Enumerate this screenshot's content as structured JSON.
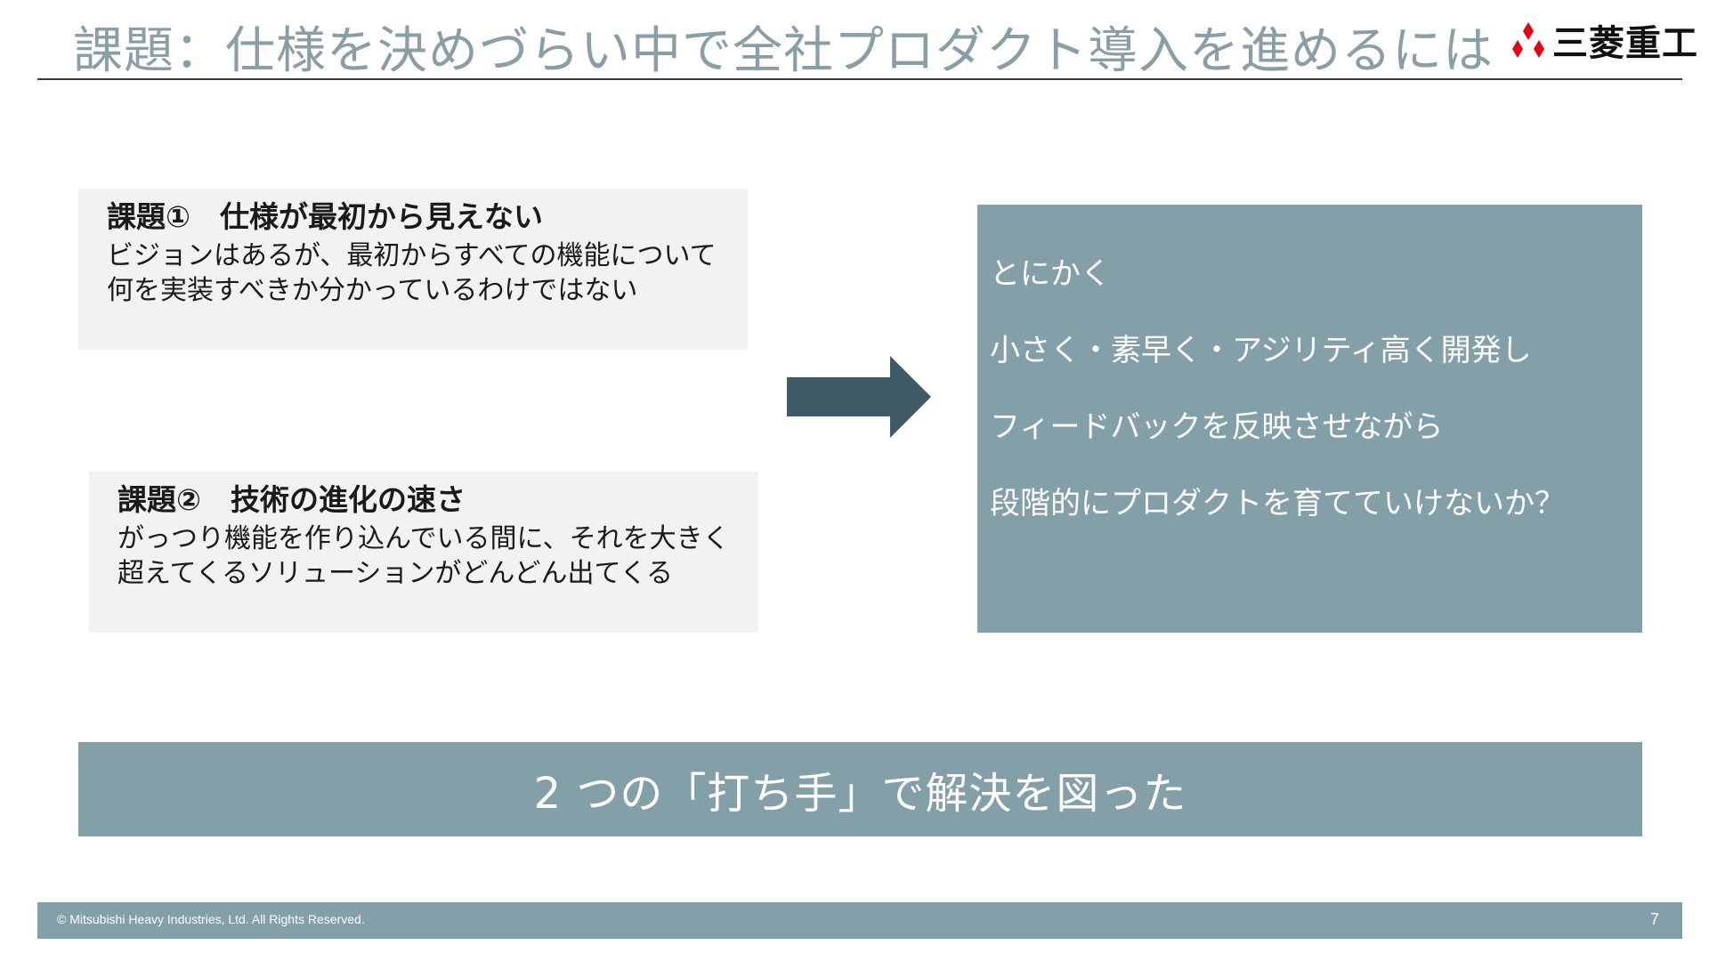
{
  "slide": {
    "title": "課題：仕様を決めづらい中で全社プロダクト導入を進めるには",
    "logo": {
      "text": "三菱重工",
      "mark_color": "#e60012",
      "mark_icon": "three-diamonds-icon"
    }
  },
  "issues": [
    {
      "title": "課題①　仕様が最初から見えない",
      "body": "ビジョンはあるが、最初からすべての機能について何を実装すべきか分かっているわけではない"
    },
    {
      "title": "課題②　技術の進化の速さ",
      "body": "がっつり機能を作り込んでいる間に、それを大きく超えてくるソリューションがどんどん出てくる"
    }
  ],
  "arrow": {
    "icon": "right-arrow-icon",
    "color": "#3f5b67"
  },
  "solution": {
    "lines": [
      "とにかく",
      "小さく・素早く・アジリティ高く開発し",
      "フィードバックを反映させながら",
      "段階的にプロダクトを育てていけないか？"
    ]
  },
  "banner": {
    "text": "2 つの「打ち手」で解決を図った"
  },
  "footer": {
    "copyright": "© Mitsubishi Heavy Industries, Ltd.  All Rights Reserved.",
    "page_number": "7"
  },
  "colors": {
    "accent": "#839fa8",
    "title": "#8a9ea6",
    "box_bg": "#f0f2f3",
    "arrow": "#3f5b67"
  }
}
